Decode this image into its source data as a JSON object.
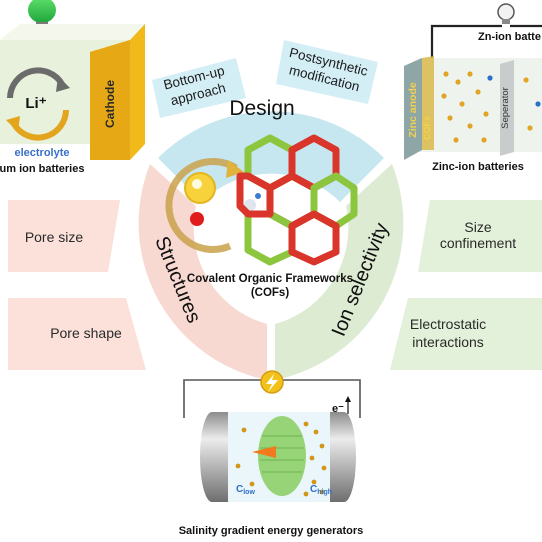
{
  "design": {
    "title": "Design",
    "box_left": [
      "Bottom-up",
      "approach"
    ],
    "box_right": [
      "Postsynthetic",
      "modification"
    ]
  },
  "structures": {
    "title": "Structures",
    "box_top": "Pore size",
    "box_bottom": "Pore shape"
  },
  "ion_selectivity": {
    "title": "Ion selectivity",
    "box_top": [
      "Size",
      "confinement"
    ],
    "box_bottom": [
      "Electrostatic",
      "interactions"
    ]
  },
  "center": {
    "line1": "Covalent Organic Frameworks",
    "line2": "(COFs)"
  },
  "lithium_panel": {
    "ion": "Li⁺",
    "electrolyte": "electrolyte",
    "cathode": "Cathode",
    "caption": "um ion batteries"
  },
  "zinc_panel": {
    "header": "Zn-ion batte",
    "anode": "Zinc anode",
    "cofs": "COFs",
    "separator": "Seperator",
    "caption": "Zinc-ion batteries"
  },
  "salinity_panel": {
    "electron": "e⁻",
    "c_low": "C",
    "c_low_sub": "low",
    "c_high": "C",
    "c_high_sub": "high",
    "caption": "Salinity gradient energy generators"
  },
  "colors": {
    "design_arc": "#c6e6f0",
    "design_box": "#d4eef6",
    "structures_arc": "#f7d9d1",
    "structures_box": "#fbe1da",
    "ion_arc": "#dcebd2",
    "ion_box": "#e3f1da",
    "cof_red": "#d9352a",
    "cof_green": "#8cc63f",
    "cathode": "#f1b91a",
    "anode": "#8fa6a6"
  }
}
